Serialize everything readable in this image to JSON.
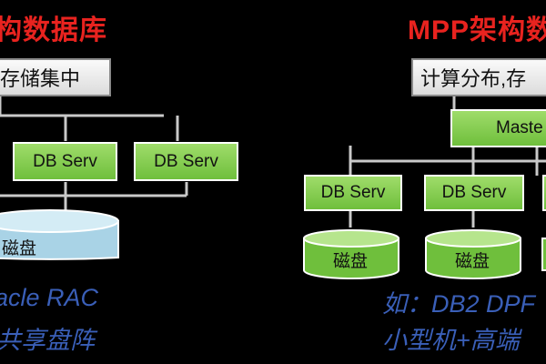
{
  "left": {
    "title": "构数据库",
    "banner": "存储集中",
    "servers": [
      "DB Serv",
      "DB Serv"
    ],
    "disk_label": "磁盘",
    "caption_line1": "acle RAC",
    "caption_line2": "共享盘阵"
  },
  "right": {
    "title": "MPP架构数",
    "banner": "计算分布,存",
    "master": "Maste",
    "servers": [
      "DB Serv",
      "DB Serv"
    ],
    "disks": [
      "磁盘",
      "磁盘"
    ],
    "caption_line1": "如：DB2 DPF",
    "caption_line2": "小型机+高端"
  },
  "colors": {
    "background": "#000000",
    "title": "#e8231f",
    "caption": "#3a5fb8",
    "node_green": "#7fcb48",
    "shared_disk": "#a9d3e6",
    "connector": "#c9c9c9"
  }
}
